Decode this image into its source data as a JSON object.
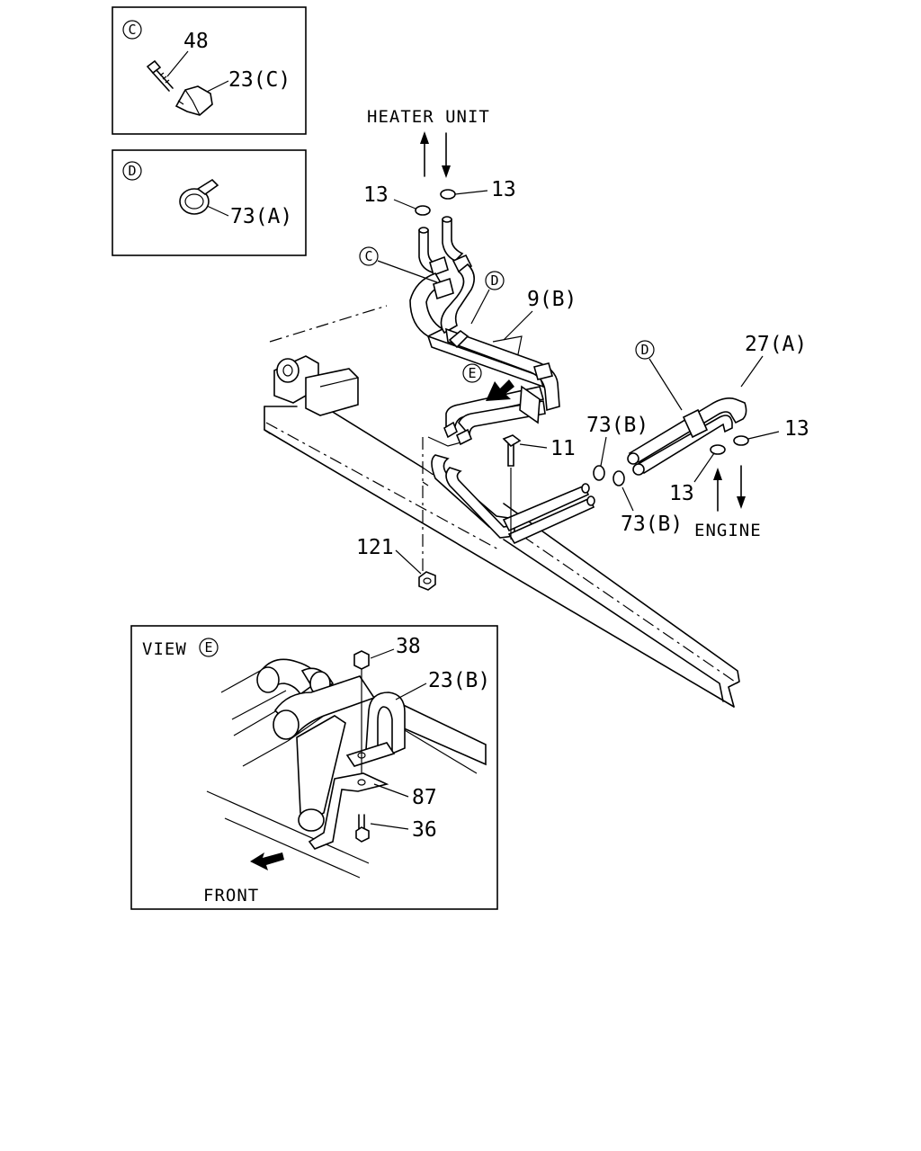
{
  "inset_c": {
    "marker": "C",
    "labels": [
      "48",
      "23(C)"
    ]
  },
  "inset_d": {
    "marker": "D",
    "labels": [
      "73(A)"
    ]
  },
  "main": {
    "heater_unit": "HEATER UNIT",
    "engine": "ENGINE",
    "callouts": {
      "c13_left": "13",
      "c13_right": "13",
      "c_marker": "C",
      "d_marker_1": "D",
      "d_marker_2": "D",
      "c9b": "9(B)",
      "c27a": "27(A)",
      "e_marker": "E",
      "c73b_top": "73(B)",
      "c11": "11",
      "c13_engine_r": "13",
      "c13_engine_l": "13",
      "c73b_bottom": "73(B)",
      "c121": "121"
    }
  },
  "view_e": {
    "title_prefix": "VIEW",
    "marker": "E",
    "labels": {
      "l38": "38",
      "l23b": "23(B)",
      "l87": "87",
      "l36": "36"
    },
    "front": "FRONT"
  }
}
